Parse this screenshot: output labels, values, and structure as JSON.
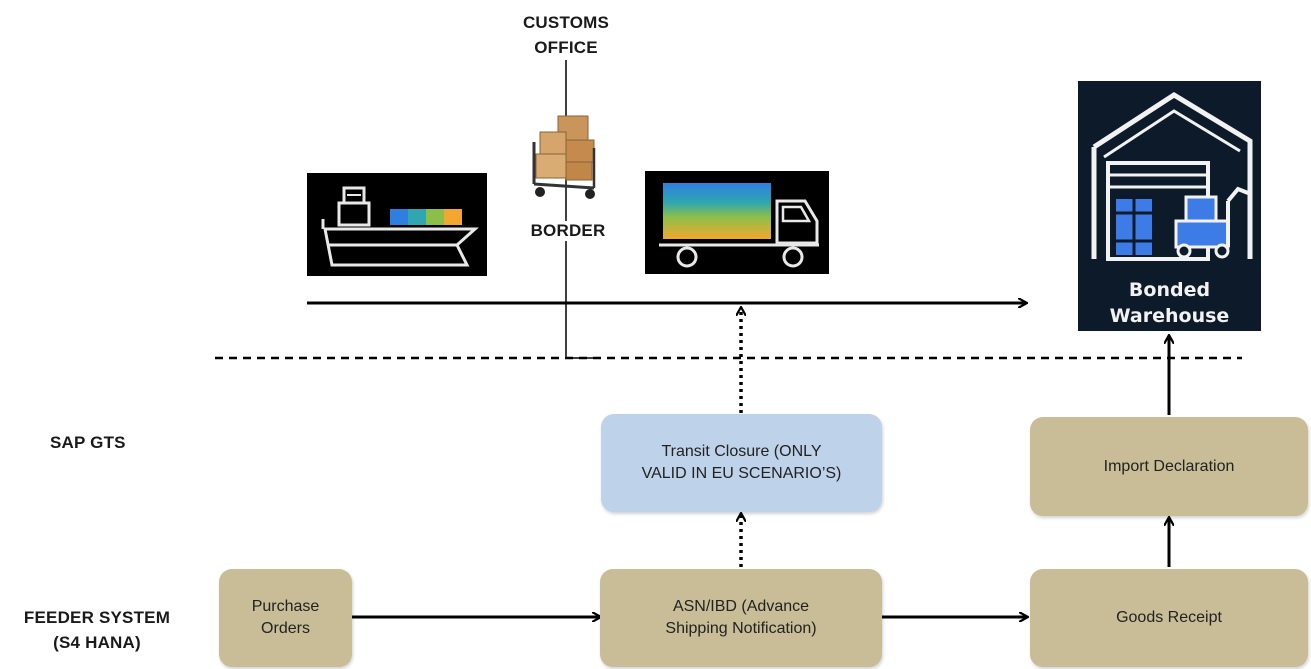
{
  "labels": {
    "customs_office": "CUSTOMS\nOFFICE",
    "border": "BORDER",
    "sap_gts": "SAP GTS",
    "feeder_system": "FEEDER SYSTEM\n(S4 HANA)"
  },
  "boxes": {
    "purchase_orders": "Purchase\nOrders",
    "asn_ibd": "ASN/IBD (Advance\nShipping Notification)",
    "goods_receipt": "Goods Receipt",
    "transit_closure": "Transit Closure (ONLY\nVALID IN EU SCENARIO’S)",
    "import_declaration": "Import Declaration"
  },
  "warehouse": {
    "label": "Bonded\nWarehouse"
  },
  "icons": [
    "ship-icon",
    "truck-icon",
    "cart-with-boxes-icon",
    "bonded-warehouse-icon"
  ],
  "colors": {
    "feeder_box": "#c8bd96",
    "gts_box": "#bed2ea",
    "icon_background": "#000000",
    "warehouse_background": "#0d1a2a"
  }
}
